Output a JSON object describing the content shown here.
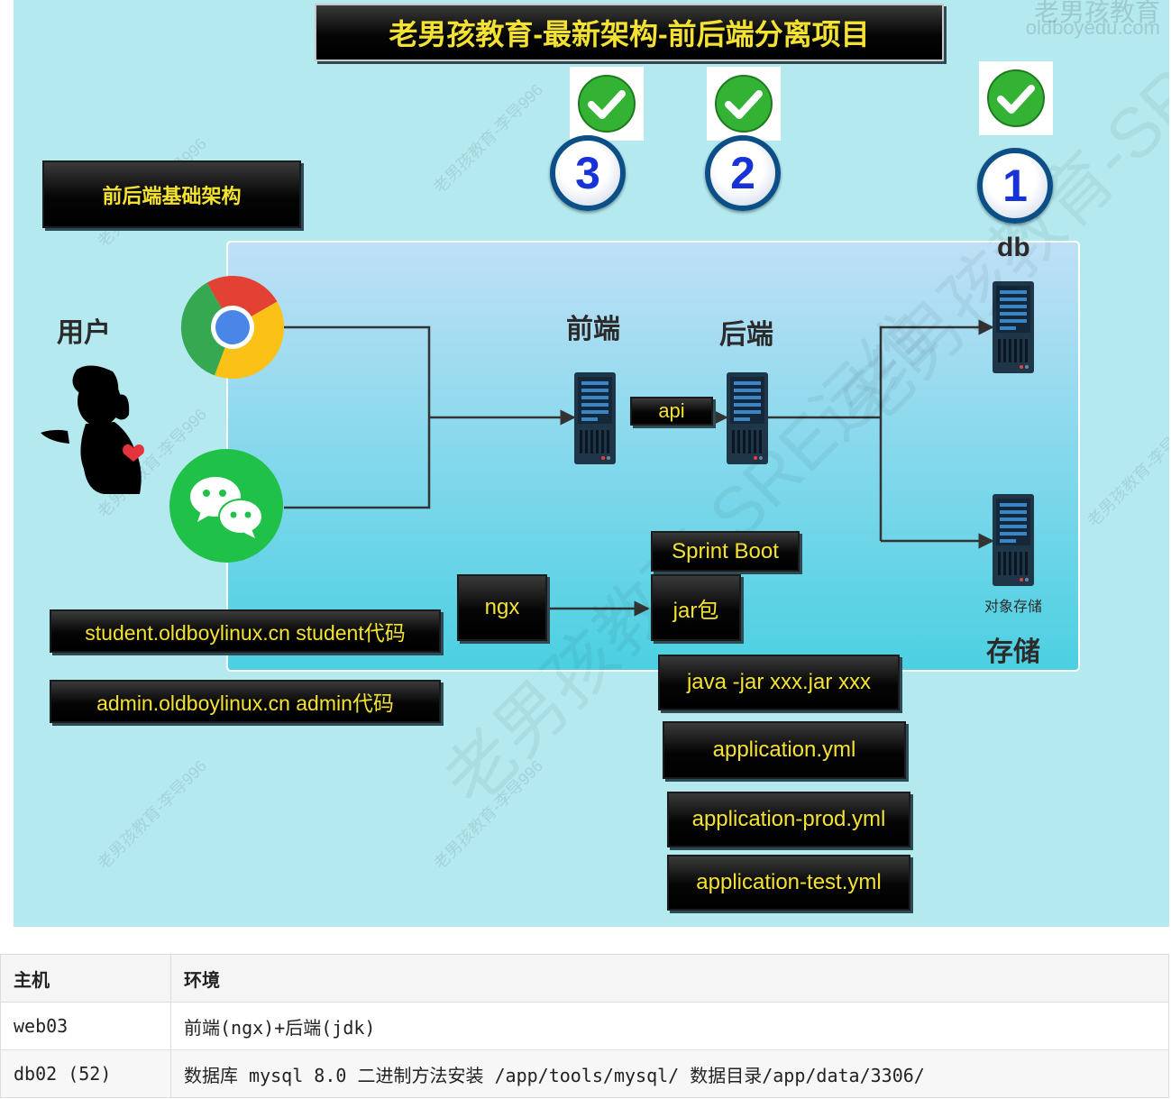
{
  "title": "老男孩教育-最新架构-前后端分离项目",
  "watermark": {
    "logo": "老男孩教育",
    "domain": "oldboyedu.com",
    "small": "老男孩教育-李导996",
    "large": "老男孩教育-SRE运维"
  },
  "section_label": "前后端基础架构",
  "labels": {
    "user": "用户",
    "frontend": "前端",
    "backend": "后端",
    "db": "db",
    "object_storage": "对象存储",
    "storage": "存储"
  },
  "steps": [
    "3",
    "2",
    "1"
  ],
  "boxes": {
    "api": "api",
    "ngx": "ngx",
    "sprint_boot": "Sprint Boot",
    "jar": "jar包",
    "java_cmd": "java -jar xxx.jar xxx",
    "app_yml": "application.yml",
    "app_prod_yml": "application-prod.yml",
    "app_test_yml": "application-test.yml",
    "student": "student.oldboylinux.cn  student代码",
    "admin": "admin.oldboylinux.cn  admin代码"
  },
  "table": {
    "headers": [
      "主机",
      "环境"
    ],
    "rows": [
      [
        "web03",
        "前端(ngx)+后端(jdk)"
      ],
      [
        "db02 (52)",
        "数据库 mysql 8.0 二进制方法安装 /app/tools/mysql/ 数据目录/app/data/3306/"
      ]
    ]
  },
  "colors": {
    "background": "#b3e9ef",
    "box_text": "#f4e233",
    "step_ring": "#0b4f86",
    "step_digit": "#1733d6"
  }
}
